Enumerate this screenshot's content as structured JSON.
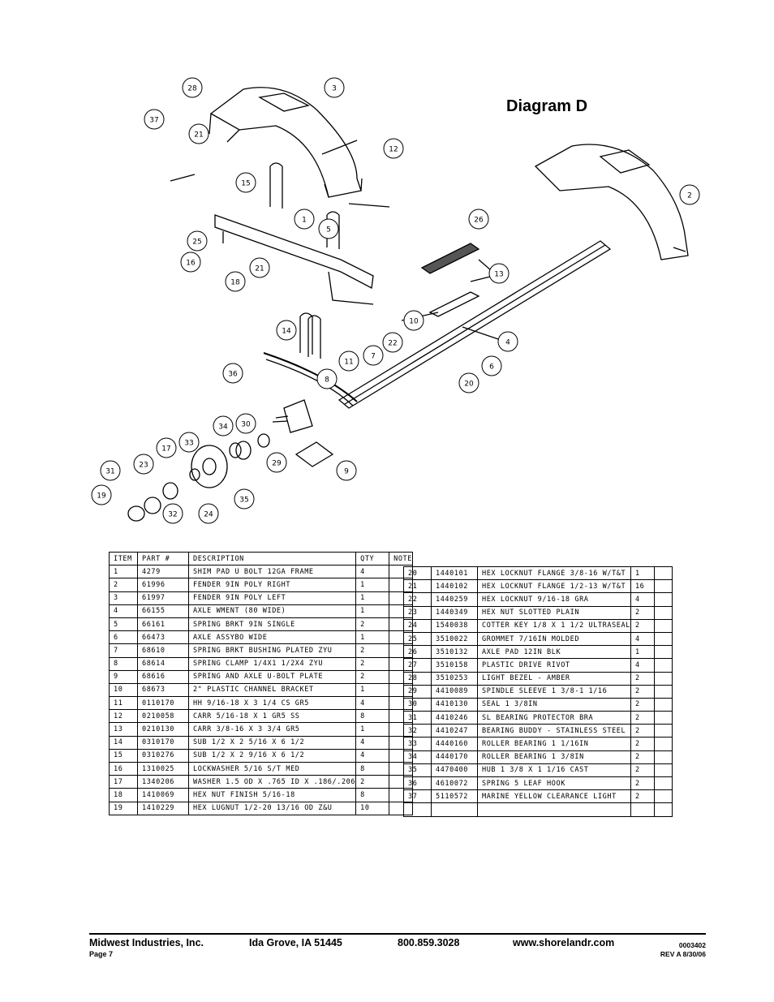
{
  "diagram": {
    "title": "Diagram D",
    "callouts": [
      "28",
      "3",
      "37",
      "21",
      "12",
      "2",
      "15",
      "1",
      "5",
      "26",
      "25",
      "16",
      "21",
      "13",
      "18",
      "10",
      "14",
      "22",
      "7",
      "11",
      "4",
      "8",
      "36",
      "6",
      "20",
      "34",
      "30",
      "33",
      "17",
      "29",
      "31",
      "23",
      "9",
      "19",
      "32",
      "24",
      "35"
    ]
  },
  "table": {
    "headers": {
      "item": "ITEM",
      "part": "PART #",
      "desc": "DESCRIPTION",
      "qty": "QTY",
      "note": "NOTE"
    },
    "left_rows": [
      [
        "1",
        "4279",
        "SHIM PAD   U BOLT 12GA FRAME",
        "4"
      ],
      [
        "2",
        "61996",
        "FENDER  9IN POLY RIGHT",
        "1"
      ],
      [
        "3",
        "61997",
        "FENDER  9IN POLY LEFT",
        "1"
      ],
      [
        "4",
        "66155",
        "AXLE WMENT (80 WIDE)",
        "1"
      ],
      [
        "5",
        "66161",
        "SPRING BRKT   9IN SINGLE",
        "2"
      ],
      [
        "6",
        "66473",
        "AXLE ASSYBO WIDE",
        "1"
      ],
      [
        "7",
        "68610",
        "SPRING BRKT BUSHING PLATED ZYU",
        "2"
      ],
      [
        "8",
        "68614",
        "SPRING CLAMP   1/4X1 1/2X4  ZYU",
        "2"
      ],
      [
        "9",
        "68616",
        "SPRING AND AXLE U-BOLT PLATE",
        "2"
      ],
      [
        "10",
        "68673",
        "2\" PLASTIC CHANNEL BRACKET",
        "1"
      ],
      [
        "11",
        "0110170",
        "HH 9/16-18 X 3 1/4 CS GR5",
        "4"
      ],
      [
        "12",
        "0210058",
        "CARR 5/16-18 X 1 GR5 SS",
        "8"
      ],
      [
        "13",
        "0210130",
        "CARR 3/8-16 X 3 3/4 GR5",
        "1"
      ],
      [
        "14",
        "0310170",
        "SUB 1/2 X 2 5/16 X 6 1/2",
        "4"
      ],
      [
        "15",
        "0310276",
        "SUB 1/2 X 2 9/16 X 6 1/2",
        "4"
      ],
      [
        "16",
        "1310025",
        "LOCKWASHER 5/16 S/T MED",
        "8"
      ],
      [
        "17",
        "1340206",
        "WASHER 1.5 OD X .765 ID X .186/.206",
        "2"
      ],
      [
        "18",
        "1410069",
        "HEX NUT FINISH 5/16-18",
        "8"
      ],
      [
        "19",
        "1410229",
        "HEX LUGNUT 1/2-20 13/16 OD Z&U",
        "10"
      ]
    ],
    "right_rows": [
      [
        "20",
        "1440101",
        "HEX LOCKNUT FLANGE 3/8-16 W/T&T",
        "1"
      ],
      [
        "21",
        "1440102",
        "HEX LOCKNUT FLANGE 1/2-13 W/T&T",
        "16"
      ],
      [
        "22",
        "1440259",
        "HEX LOCKNUT 9/16-18 GRA",
        "4"
      ],
      [
        "23",
        "1440349",
        "HEX NUT SLOTTED PLAIN",
        "2"
      ],
      [
        "24",
        "1540038",
        "COTTER KEY 1/8 X 1 1/2 ULTRASEAL",
        "2"
      ],
      [
        "25",
        "3510022",
        "GROMMET  7/16IN MOLDED",
        "4"
      ],
      [
        "26",
        "3510132",
        "AXLE PAD 12IN  BLK",
        "1"
      ],
      [
        "27",
        "3510158",
        "PLASTIC DRIVE RIVOT",
        "4"
      ],
      [
        "28",
        "3510253",
        "LIGHT BEZEL - AMBER",
        "2"
      ],
      [
        "29",
        "4410089",
        "SPINDLE SLEEVE   1 3/8-1 1/16",
        "2"
      ],
      [
        "30",
        "4410130",
        "SEAL   1 3/8IN",
        "2"
      ],
      [
        "31",
        "4410246",
        "SL BEARING PROTECTOR BRA",
        "2"
      ],
      [
        "32",
        "4410247",
        "BEARING BUDDY - STAINLESS STEEL",
        "2"
      ],
      [
        "33",
        "4440160",
        "ROLLER BEARING    1 1/16IN",
        "2"
      ],
      [
        "34",
        "4440170",
        "ROLLER BEARING    1 3/8IN",
        "2"
      ],
      [
        "35",
        "4470400",
        "HUB   1 3/8 X 1 1/16 CAST",
        "2"
      ],
      [
        "36",
        "4610072",
        "SPRING  5 LEAF HOOK",
        "2"
      ],
      [
        "37",
        "5110572",
        "MARINE YELLOW CLEARANCE LIGHT",
        "2"
      ],
      [
        "",
        "",
        "",
        ""
      ]
    ]
  },
  "footer": {
    "company": "Midwest Industries, Inc.",
    "city": "Ida Grove, IA  51445",
    "phone": "800.859.3028",
    "website": "www.shorelandr.com",
    "page": "Page 7",
    "doc_number": "0003402",
    "revision": "REV A  8/30/06"
  }
}
